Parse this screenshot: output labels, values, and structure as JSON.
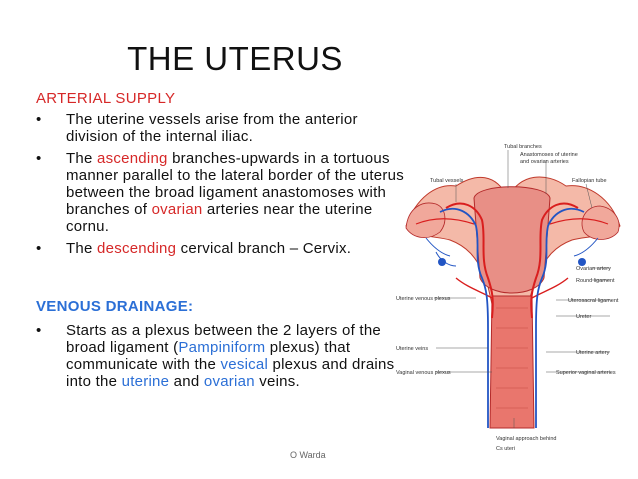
{
  "title": "THE UTERUS",
  "arterial": {
    "heading": "ARTERIAL SUPPLY",
    "bullets": [
      {
        "t1": "The uterine vessels arise from the anterior division of the internal iliac."
      },
      {
        "t1": "The ",
        "h1": "ascending",
        "t2": " branches-upwards in a tortuous manner parallel to the lateral border of the uterus between the broad ligament anastomoses with branches of ",
        "h2": "ovarian",
        "t3": " arteries near the uterine cornu."
      },
      {
        "t1": "The ",
        "h1": "descending",
        "t2": " cervical branch – Cervix."
      }
    ]
  },
  "venous": {
    "heading": "VENOUS DRAINAGE:",
    "bullet": {
      "t1": "Starts as a plexus between the 2 layers of the broad ligament (",
      "h1": "Pampiniform",
      "t2": " plexus) that communicate with the ",
      "h2": "vesical",
      "t3": " plexus and drains into the ",
      "h3": "uterine",
      "t4": " and ",
      "h4": "ovarian",
      "t5": " veins."
    }
  },
  "bullet_char": "•",
  "footer": "O Warda",
  "diagram_labels": {
    "tubal_branches": "Tubal branches",
    "anastomoses": "Anastomoses of uterine",
    "anastomoses2": "and ovarian arteries",
    "tubal_vessels": "Tubal vessels",
    "fallopian_tube": "Fallopian tube",
    "ovarian_artery": "Ovarian artery",
    "round_ligament": "Round ligament",
    "uterine_venous_plexus": "Uterine venous plexus",
    "uterosacral": "Uterosacral ligament",
    "ureter": "Ureter",
    "uterine_veins": "Uterine veins",
    "uterine_artery": "Uterine artery",
    "vaginal_venous_plexus": "Vaginal venous plexus",
    "superior_vaginal": "Superior vaginal arteries",
    "vaginal_from_behind": "Vaginal approach behind",
    "cs_uteri": "Cs uteri"
  },
  "colors": {
    "red": "#d62828",
    "blue": "#2b6fd6",
    "tissue": "#f4b9a8",
    "artery": "#d91e1e",
    "vein": "#2255c4"
  }
}
